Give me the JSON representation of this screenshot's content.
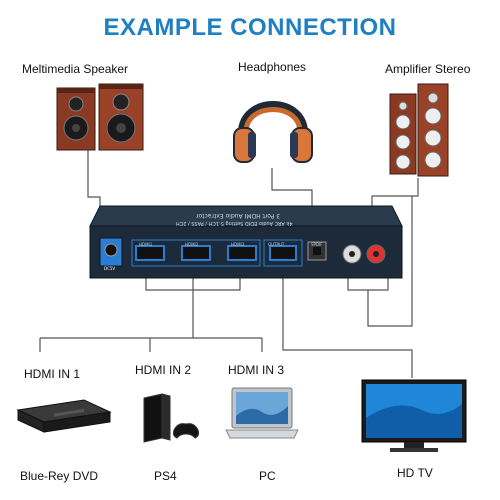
{
  "title": "EXAMPLE CONNECTION",
  "labels": {
    "multimedia_speaker": "Meltimedia Speaker",
    "headphones": "Headphones",
    "amplifier_stereo": "Amplifier Stereo",
    "hdmi_in_1": "HDMI IN 1",
    "hdmi_in_2": "HDMI IN 2",
    "hdmi_in_3": "HDMI IN 3",
    "bluray_dvd": "Blue-Rey DVD",
    "ps4": "PS4",
    "pc": "PC",
    "hd_tv": "HD TV"
  },
  "device": {
    "name_line1": "3 Port HDMI Audio Extractor",
    "name_line2": "4k ARC Audio EDID Setting 5.1CH / PASS / 2CH",
    "port_labels": [
      "HDMI1",
      "HDMI2",
      "HDMI3",
      "OUTPUT",
      "SPDIF"
    ],
    "dc_label": "DC5V"
  },
  "colors": {
    "title": "#1f7fc3",
    "wire": "#555555",
    "device_body": "#1c2a3a",
    "port_blue": "#2b7cd3",
    "speaker_wood": "#8a3a22"
  }
}
